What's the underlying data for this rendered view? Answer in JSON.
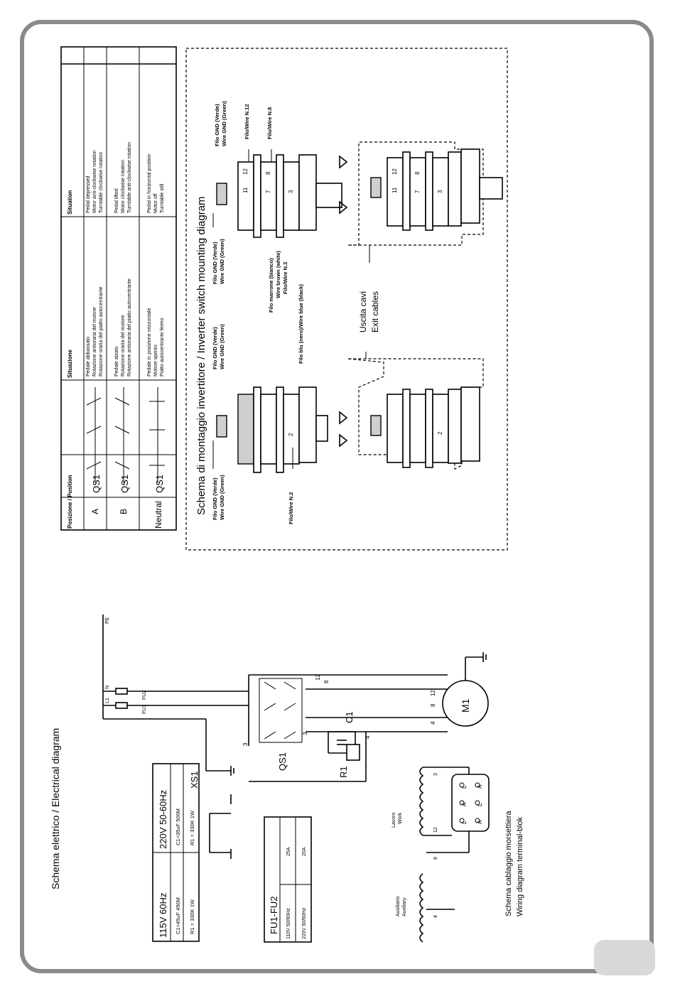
{
  "electrical": {
    "title": "Schema elettrico / Electrical diagram",
    "spec_table": {
      "headers": [
        "115V 60Hz",
        "220V 50-60Hz"
      ],
      "rows": [
        [
          "C1=45uF 450M",
          "C1=35uF 500M"
        ],
        [
          "R1 = 330K 1W",
          "R1 = 330K 1W"
        ]
      ]
    },
    "fuse_table": {
      "header": "FU1-FU2",
      "rows": [
        [
          "110V 50/60Hz",
          "25A"
        ],
        [
          "220V 50/60Hz",
          "20A"
        ]
      ]
    },
    "labels": {
      "pe": "PE",
      "l1": "L1",
      "n": "N",
      "fu1": "FU1",
      "fu2": "FU2",
      "xs1": "XS1",
      "qs1": "QS1",
      "c1": "C1",
      "r1": "R1",
      "m1": "M1",
      "w3": "3",
      "w4": "4",
      "w8": "8",
      "w12": "12",
      "w8b": "8",
      "w12b": "12",
      "w3b": "3",
      "w4b": "4"
    },
    "terminal": {
      "caption1": "Schema cablaggio morsettiera",
      "caption2": "Wiring diagram terminal-blok",
      "work_it": "Lavoro",
      "work_en": "Work",
      "aux_it": "Ausiliario",
      "aux_en": "Auxiliary",
      "t_l1": "L",
      "t_a1": "A",
      "t_l2": "L",
      "t_a2": "A",
      "t_l3": "L",
      "t_a3": "A",
      "n12": "12",
      "n3": "3",
      "n8": "8",
      "n4": "4"
    }
  },
  "position_table": {
    "headers": [
      "Posizione / Position",
      "Situazione",
      "Situation"
    ],
    "rows": [
      {
        "pos": "A",
        "switch": "QS1",
        "it": [
          "Pedale abbassato",
          "Rotazione antioraria del motore",
          "Rotazione oraria del piatto autocentrante"
        ],
        "en": [
          "Pedal depressed",
          "Motor anti-clockwise rotation",
          "Turntable clockwise rotation"
        ]
      },
      {
        "pos": "B",
        "switch": "QS1",
        "it": [
          "Pedale alzato",
          "Rotazione oraria del motore",
          "Rotazione antioraria del piatto autocentrante"
        ],
        "en": [
          "Pedal lifted",
          "Motor clockwise rotation",
          "Turntable anti-clockwise rotation"
        ]
      },
      {
        "pos": "Neutral",
        "switch": "QS1",
        "it": [
          "Pedale in posizione orizzontale",
          "Motore spento",
          "Piatto autocentrante fermo"
        ],
        "en": [
          "Pedal in horizontal position",
          "Motor off",
          "Turntable still"
        ]
      }
    ]
  },
  "mounting": {
    "title": "Schema di montaggio invertitore / Inverter switch mounting diagram",
    "gnd_left_it": "Filo GND (Verde)",
    "gnd_left_en": "Wire GND (Green)",
    "wire2": "Filo/Wire N.2",
    "gnd_mid_it": "Filo GND (Verde)",
    "gnd_mid_en": "Wire GND (Green)",
    "brown_it": "Filo marrone (bianco)",
    "brown_en": "Wire brown (white)",
    "wire3": "Filo/Wire N.3",
    "blue": "Filo blu (nero)/Wire blue (black)",
    "gnd_right_it": "Filo GND (Verde)",
    "gnd_right_en": "Wire GND (Green)",
    "wire12": "Filo/Wire N.12",
    "wire8": "Filo/Wire N.8",
    "exit_it": "Uscita cavi",
    "exit_en": "Exit cables",
    "t11": "11",
    "t12": "12",
    "t7": "7",
    "t8": "8",
    "t3": "3",
    "t2": "2",
    "b11": "11",
    "b12": "12",
    "b7": "7",
    "b8": "8",
    "b3": "3",
    "b2": "2"
  }
}
